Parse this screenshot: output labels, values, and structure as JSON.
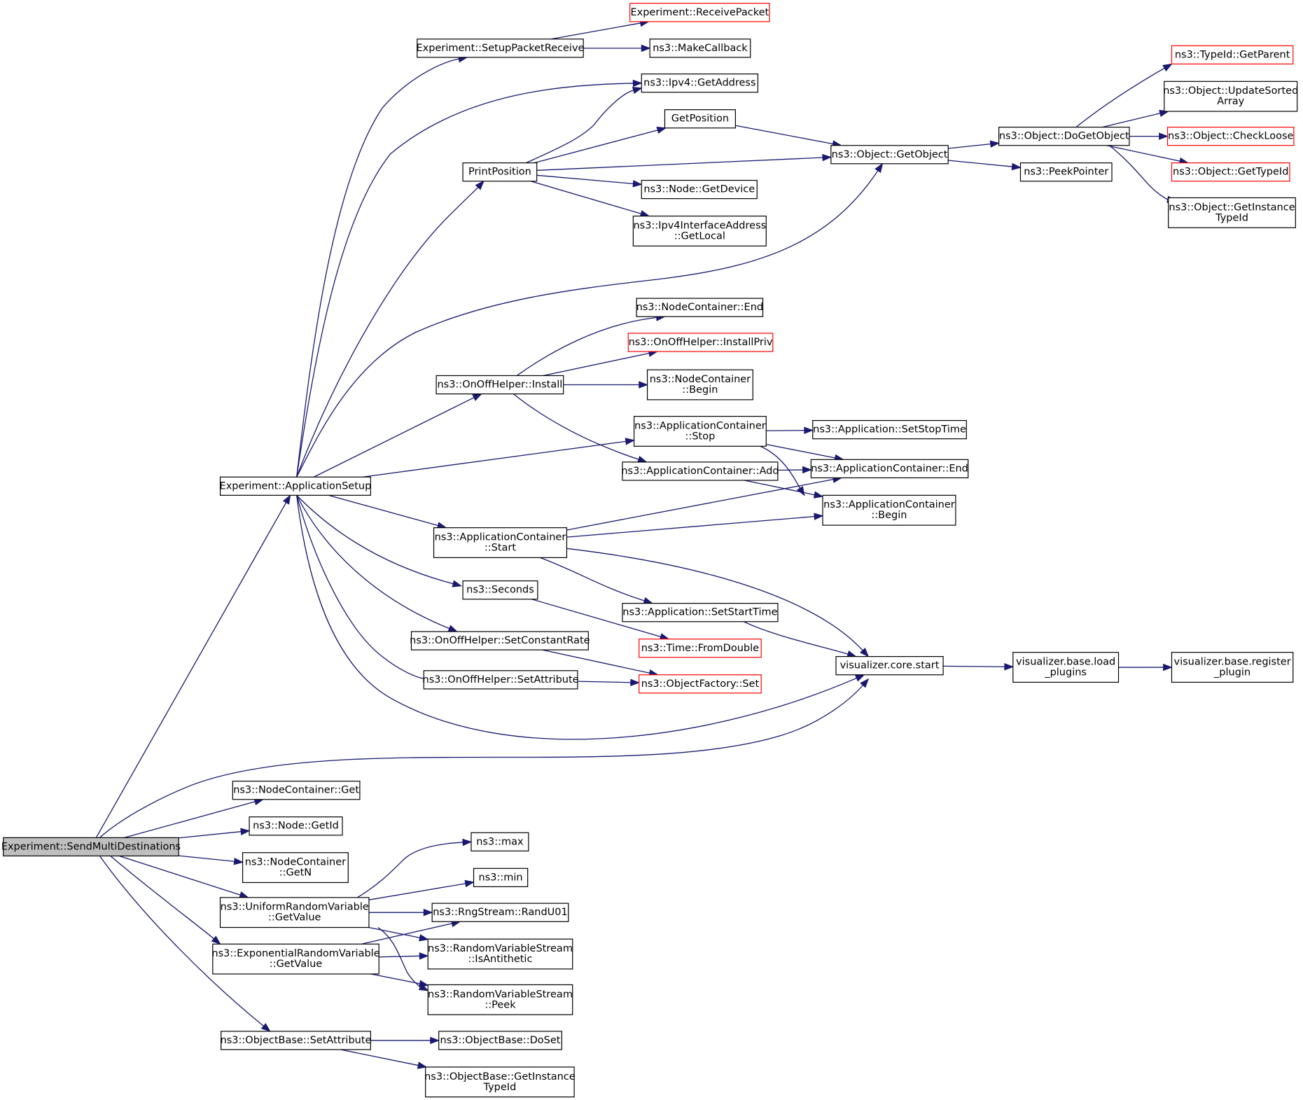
{
  "nodes": [
    {
      "id": "sendmulti",
      "lines": [
        "Experiment::SendMultiDestinations"
      ],
      "root": true,
      "truncated": false
    },
    {
      "id": "appsetup",
      "lines": [
        "Experiment::ApplicationSetup"
      ],
      "truncated": false
    },
    {
      "id": "setuppkt",
      "lines": [
        "Experiment::SetupPacketReceive"
      ],
      "truncated": false
    },
    {
      "id": "recvpkt",
      "lines": [
        "Experiment::ReceivePacket"
      ],
      "truncated": true
    },
    {
      "id": "makecb",
      "lines": [
        "ns3::MakeCallback"
      ],
      "truncated": false
    },
    {
      "id": "ipv4getaddr",
      "lines": [
        "ns3::Ipv4::GetAddress"
      ],
      "truncated": false
    },
    {
      "id": "printpos",
      "lines": [
        "PrintPosition"
      ],
      "truncated": false
    },
    {
      "id": "getpos",
      "lines": [
        "GetPosition"
      ],
      "truncated": false
    },
    {
      "id": "getobject",
      "lines": [
        "ns3::Object::GetObject"
      ],
      "truncated": false
    },
    {
      "id": "dogetobject",
      "lines": [
        "ns3::Object::DoGetObject"
      ],
      "truncated": false
    },
    {
      "id": "typeidparent",
      "lines": [
        "ns3::TypeId::GetParent"
      ],
      "truncated": true
    },
    {
      "id": "updatesorted",
      "lines": [
        "ns3::Object::UpdateSorted",
        "Array"
      ],
      "truncated": false
    },
    {
      "id": "checkloose",
      "lines": [
        "ns3::Object::CheckLoose"
      ],
      "truncated": true
    },
    {
      "id": "gettypeid",
      "lines": [
        "ns3::Object::GetTypeId"
      ],
      "truncated": true
    },
    {
      "id": "getinsttypeid",
      "lines": [
        "ns3::Object::GetInstance",
        "TypeId"
      ],
      "truncated": false
    },
    {
      "id": "peekpointer",
      "lines": [
        "ns3::PeekPointer"
      ],
      "truncated": false
    },
    {
      "id": "nodegetdevice",
      "lines": [
        "ns3::Node::GetDevice"
      ],
      "truncated": false
    },
    {
      "id": "ipv4ifaddr",
      "lines": [
        "ns3::Ipv4InterfaceAddress",
        "::GetLocal"
      ],
      "truncated": false
    },
    {
      "id": "ncend",
      "lines": [
        "ns3::NodeContainer::End"
      ],
      "truncated": false
    },
    {
      "id": "installpriv",
      "lines": [
        "ns3::OnOffHelper::InstallPriv"
      ],
      "truncated": true
    },
    {
      "id": "onoffinstall",
      "lines": [
        "ns3::OnOffHelper::Install"
      ],
      "truncated": false
    },
    {
      "id": "ncbegin",
      "lines": [
        "ns3::NodeContainer",
        "::Begin"
      ],
      "truncated": false
    },
    {
      "id": "acstop",
      "lines": [
        "ns3::ApplicationContainer",
        "::Stop"
      ],
      "truncated": false
    },
    {
      "id": "setstoptime",
      "lines": [
        "ns3::Application::SetStopTime"
      ],
      "truncated": false
    },
    {
      "id": "acadd",
      "lines": [
        "ns3::ApplicationContainer::Add"
      ],
      "truncated": false
    },
    {
      "id": "acend",
      "lines": [
        "ns3::ApplicationContainer::End"
      ],
      "truncated": false
    },
    {
      "id": "acbegin",
      "lines": [
        "ns3::ApplicationContainer",
        "::Begin"
      ],
      "truncated": false
    },
    {
      "id": "acstart",
      "lines": [
        "ns3::ApplicationContainer",
        "::Start"
      ],
      "truncated": false
    },
    {
      "id": "seconds",
      "lines": [
        "ns3::Seconds"
      ],
      "truncated": false
    },
    {
      "id": "setstarttime",
      "lines": [
        "ns3::Application::SetStartTime"
      ],
      "truncated": false
    },
    {
      "id": "fromdouble",
      "lines": [
        "ns3::Time::FromDouble"
      ],
      "truncated": true
    },
    {
      "id": "setconstrate",
      "lines": [
        "ns3::OnOffHelper::SetConstantRate"
      ],
      "truncated": false
    },
    {
      "id": "onoffsetattr",
      "lines": [
        "ns3::OnOffHelper::SetAttribute"
      ],
      "truncated": false
    },
    {
      "id": "objfactset",
      "lines": [
        "ns3::ObjectFactory::Set"
      ],
      "truncated": true
    },
    {
      "id": "vizstart",
      "lines": [
        "visualizer.core.start"
      ],
      "truncated": false
    },
    {
      "id": "vizload",
      "lines": [
        "visualizer.base.load",
        "_plugins"
      ],
      "truncated": false
    },
    {
      "id": "vizreg",
      "lines": [
        "visualizer.base.register",
        "_plugin"
      ],
      "truncated": false
    },
    {
      "id": "ncget",
      "lines": [
        "ns3::NodeContainer::Get"
      ],
      "truncated": false
    },
    {
      "id": "nodegetid",
      "lines": [
        "ns3::Node::GetId"
      ],
      "truncated": false
    },
    {
      "id": "ncgetn",
      "lines": [
        "ns3::NodeContainer",
        "::GetN"
      ],
      "truncated": false
    },
    {
      "id": "urvgetvalue",
      "lines": [
        "ns3::UniformRandomVariable",
        "::GetValue"
      ],
      "truncated": false
    },
    {
      "id": "ns3max",
      "lines": [
        "ns3::max"
      ],
      "truncated": false
    },
    {
      "id": "ns3min",
      "lines": [
        "ns3::min"
      ],
      "truncated": false
    },
    {
      "id": "randu01",
      "lines": [
        "ns3::RngStream::RandU01"
      ],
      "truncated": false
    },
    {
      "id": "isantithetic",
      "lines": [
        "ns3::RandomVariableStream",
        "::IsAntithetic"
      ],
      "truncated": false
    },
    {
      "id": "erv",
      "lines": [
        "ns3::ExponentialRandomVariable",
        "::GetValue"
      ],
      "truncated": false
    },
    {
      "id": "rvspeek",
      "lines": [
        "ns3::RandomVariableStream",
        "::Peek"
      ],
      "truncated": false
    },
    {
      "id": "obsetattr",
      "lines": [
        "ns3::ObjectBase::SetAttribute"
      ],
      "truncated": false
    },
    {
      "id": "obdoset",
      "lines": [
        "ns3::ObjectBase::DoSet"
      ],
      "truncated": false
    },
    {
      "id": "obgetinst",
      "lines": [
        "ns3::ObjectBase::GetInstance",
        "TypeId"
      ],
      "truncated": false
    }
  ],
  "edges": [
    [
      "sendmulti",
      "appsetup"
    ],
    [
      "sendmulti",
      "vizstart"
    ],
    [
      "sendmulti",
      "ncget"
    ],
    [
      "sendmulti",
      "nodegetid"
    ],
    [
      "sendmulti",
      "ncgetn"
    ],
    [
      "sendmulti",
      "urvgetvalue"
    ],
    [
      "sendmulti",
      "erv"
    ],
    [
      "sendmulti",
      "obsetattr"
    ],
    [
      "appsetup",
      "setuppkt"
    ],
    [
      "appsetup",
      "ipv4getaddr"
    ],
    [
      "appsetup",
      "printpos"
    ],
    [
      "appsetup",
      "getobject"
    ],
    [
      "appsetup",
      "onoffinstall"
    ],
    [
      "appsetup",
      "acstop"
    ],
    [
      "appsetup",
      "acstart"
    ],
    [
      "appsetup",
      "seconds"
    ],
    [
      "appsetup",
      "setconstrate"
    ],
    [
      "appsetup",
      "onoffsetattr"
    ],
    [
      "appsetup",
      "vizstart"
    ],
    [
      "setuppkt",
      "recvpkt"
    ],
    [
      "setuppkt",
      "makecb"
    ],
    [
      "printpos",
      "ipv4getaddr"
    ],
    [
      "printpos",
      "getpos"
    ],
    [
      "printpos",
      "getobject"
    ],
    [
      "printpos",
      "nodegetdevice"
    ],
    [
      "printpos",
      "ipv4ifaddr"
    ],
    [
      "getpos",
      "getobject"
    ],
    [
      "getobject",
      "dogetobject"
    ],
    [
      "getobject",
      "peekpointer"
    ],
    [
      "dogetobject",
      "typeidparent"
    ],
    [
      "dogetobject",
      "updatesorted"
    ],
    [
      "dogetobject",
      "checkloose"
    ],
    [
      "dogetobject",
      "gettypeid"
    ],
    [
      "dogetobject",
      "getinsttypeid"
    ],
    [
      "onoffinstall",
      "ncend"
    ],
    [
      "onoffinstall",
      "installpriv"
    ],
    [
      "onoffinstall",
      "ncbegin"
    ],
    [
      "onoffinstall",
      "acadd"
    ],
    [
      "acstop",
      "setstoptime"
    ],
    [
      "acstop",
      "acend"
    ],
    [
      "acstop",
      "acbegin"
    ],
    [
      "acadd",
      "acend"
    ],
    [
      "acadd",
      "acbegin"
    ],
    [
      "acstart",
      "acend"
    ],
    [
      "acstart",
      "acbegin"
    ],
    [
      "acstart",
      "setstarttime"
    ],
    [
      "acstart",
      "vizstart"
    ],
    [
      "seconds",
      "fromdouble"
    ],
    [
      "setstarttime",
      "vizstart"
    ],
    [
      "setconstrate",
      "objfactset"
    ],
    [
      "onoffsetattr",
      "objfactset"
    ],
    [
      "vizstart",
      "vizload"
    ],
    [
      "vizload",
      "vizreg"
    ],
    [
      "urvgetvalue",
      "ns3max"
    ],
    [
      "urvgetvalue",
      "ns3min"
    ],
    [
      "urvgetvalue",
      "randu01"
    ],
    [
      "urvgetvalue",
      "isantithetic"
    ],
    [
      "urvgetvalue",
      "rvspeek"
    ],
    [
      "erv",
      "randu01"
    ],
    [
      "erv",
      "isantithetic"
    ],
    [
      "erv",
      "rvspeek"
    ],
    [
      "obsetattr",
      "obdoset"
    ],
    [
      "obsetattr",
      "obgetinst"
    ]
  ]
}
